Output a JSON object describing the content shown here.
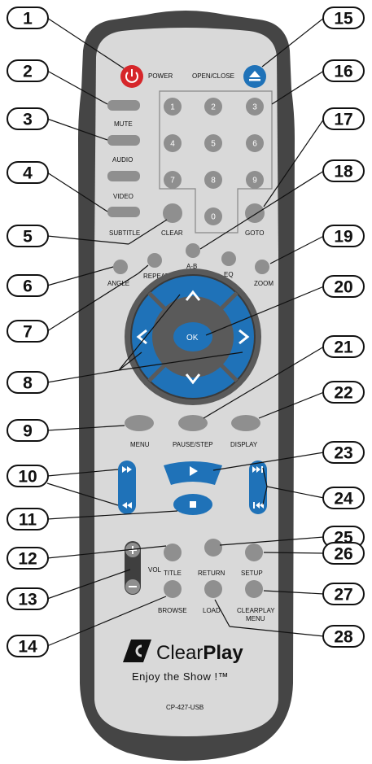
{
  "labels": {
    "power": "POWER",
    "open_close": "OPEN/CLOSE",
    "mute": "MUTE",
    "audio": "AUDIO",
    "video": "VIDEO",
    "subtitle": "SUBTITLE",
    "clear": "CLEAR",
    "goto": "GOTO",
    "ab": "A-B",
    "eq": "EQ",
    "zoom": "ZOOM",
    "angle": "ANGLE",
    "repeat": "REPEAT",
    "ok": "OK",
    "menu": "MENU",
    "pause_step": "PAUSE/STEP",
    "display": "DISPLAY",
    "title": "TITLE",
    "return": "RETURN",
    "setup": "SETUP",
    "vol": "VOL",
    "browse": "BROWSE",
    "load": "LOAD",
    "clearplay_menu_1": "CLEARPLAY",
    "clearplay_menu_2": "MENU"
  },
  "keypad": [
    "1",
    "2",
    "3",
    "4",
    "5",
    "6",
    "7",
    "8",
    "9",
    "0"
  ],
  "brand": {
    "name_light": "Clear",
    "name_bold": "Play",
    "tagline": "Enjoy the Show !™",
    "model": "CP-427-USB"
  },
  "callouts": [
    "1",
    "2",
    "3",
    "4",
    "5",
    "6",
    "7",
    "8",
    "9",
    "10",
    "11",
    "12",
    "13",
    "14",
    "15",
    "16",
    "17",
    "18",
    "19",
    "20",
    "21",
    "22",
    "23",
    "24",
    "25",
    "26",
    "27",
    "28"
  ],
  "colors": {
    "body": "#4a4a4a",
    "faceplate": "#d9d9d9",
    "button_gray": "#8f8f8f",
    "power_red": "#d6262a",
    "accent_blue": "#1f72b8",
    "ring_dark": "#5a5a5a"
  },
  "icons": [
    "power-icon",
    "eject-icon",
    "up-arrow-icon",
    "down-arrow-icon",
    "left-arrow-icon",
    "right-arrow-icon",
    "play-icon",
    "stop-icon",
    "fast-forward-icon",
    "rewind-icon",
    "next-track-icon",
    "previous-track-icon",
    "plus-icon",
    "minus-icon",
    "clearplay-logo-icon"
  ]
}
